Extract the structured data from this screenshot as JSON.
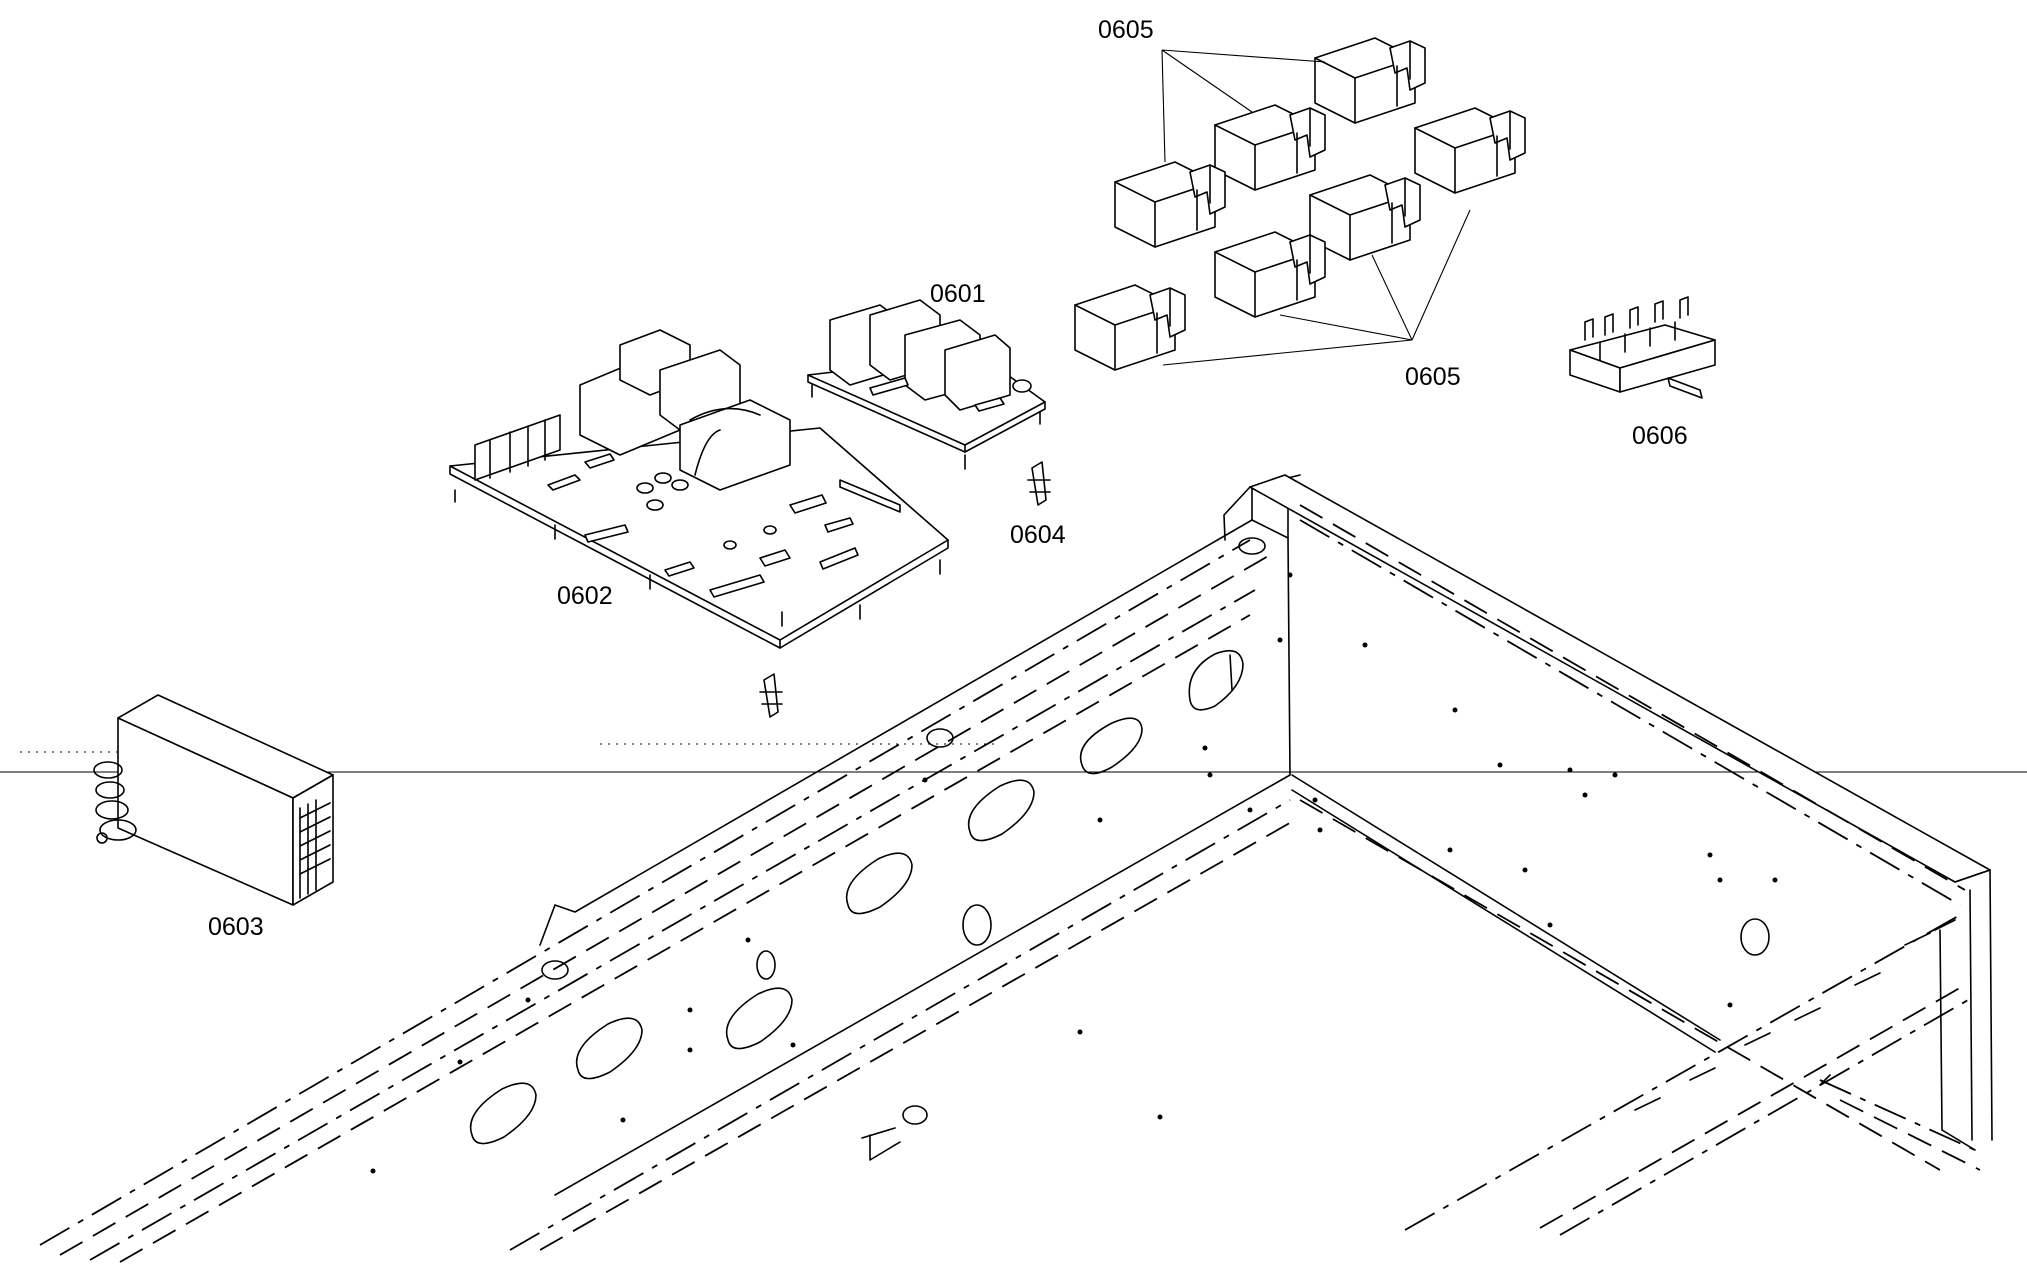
{
  "labels": {
    "p0601": "0601",
    "p0602": "0602",
    "p0603": "0603",
    "p0604": "0604",
    "p0605_top": "0605",
    "p0605_bottom": "0605",
    "p0606": "0606"
  },
  "colors": {
    "line": "#000000",
    "background": "#ffffff"
  }
}
